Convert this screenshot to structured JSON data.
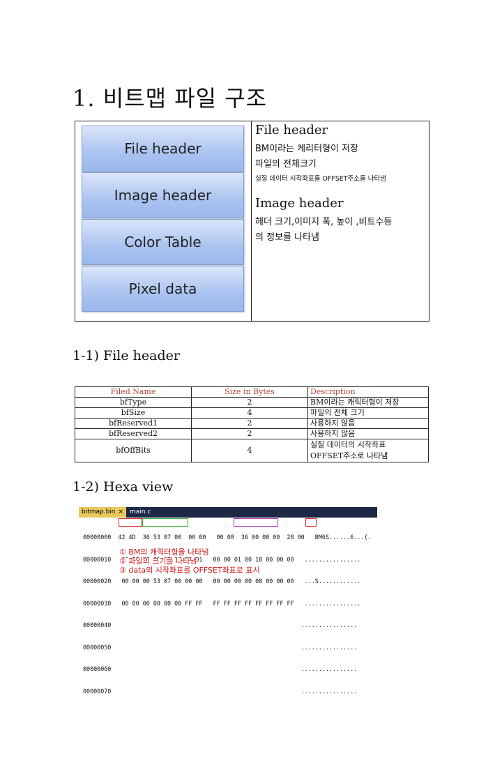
{
  "title": "1. 비트맵 파일 구조",
  "structure": {
    "blocks": [
      "File header",
      "Image header",
      "Color Table",
      "Pixel data"
    ],
    "file_header_title": "File header",
    "file_header_lines": [
      "BM이라는 케리터형이 저장",
      "파일의 전체크기"
    ],
    "file_header_small": "실질 데이터 시작좌표를 OFFSET주소를 나타냄",
    "image_header_title": "Image header",
    "image_header_lines": [
      "헤더 크기,이미지 폭, 높이 ,비트수등",
      "의 정보를 나타냄"
    ]
  },
  "section1": "1-1) File header",
  "table": {
    "headers": [
      "Filed Name",
      "Size in Bytes",
      "Description"
    ],
    "rows": [
      {
        "name": "bfType",
        "size": "2",
        "desc": "BM이라는 캐릭터형이 저장"
      },
      {
        "name": "bfSize",
        "size": "4",
        "desc": "파일의 전체 크기"
      },
      {
        "name": "bfReserved1",
        "size": "2",
        "desc": "사용하지 않음"
      },
      {
        "name": "bfReserved2",
        "size": "2",
        "desc": "사용하지 않음"
      },
      {
        "name": "bfOffBits",
        "size": "4",
        "desc1": "실질 데이터의 시작좌표",
        "desc2": "OFFSET주소로 나타냄"
      }
    ]
  },
  "section2": "1-2) Hexa view",
  "hex": {
    "tab1": "bitmap.bin",
    "tab_close": "×",
    "tab2": "main.c",
    "lines": [
      "00000000  42 4D  36 53 07 00  00 00   00 00  36 00 00 00  28 00   BM6S......6...(.",
      "00000010   00 00 90 01 00 00 90 01   00 00 01 00 18 00 00 00   ................",
      "00000020   00 00 00 53 07 00 00 00   00 00 00 00 00 00 00 00   ...S............",
      "00000030   00 00 00 00 00 00 FF FF   FF FF FF FF FF FF FF FF   ................",
      "00000040                                                      ................",
      "00000050                                                      ................",
      "00000060                                                      ................",
      "00000070                                                      ................"
    ],
    "notes": [
      "① BM의 캐릭터형을 나타냄",
      "② 파일의 크기를 나타냄",
      "③ data의 시작좌표를 OFFSET좌표로 표시"
    ]
  }
}
